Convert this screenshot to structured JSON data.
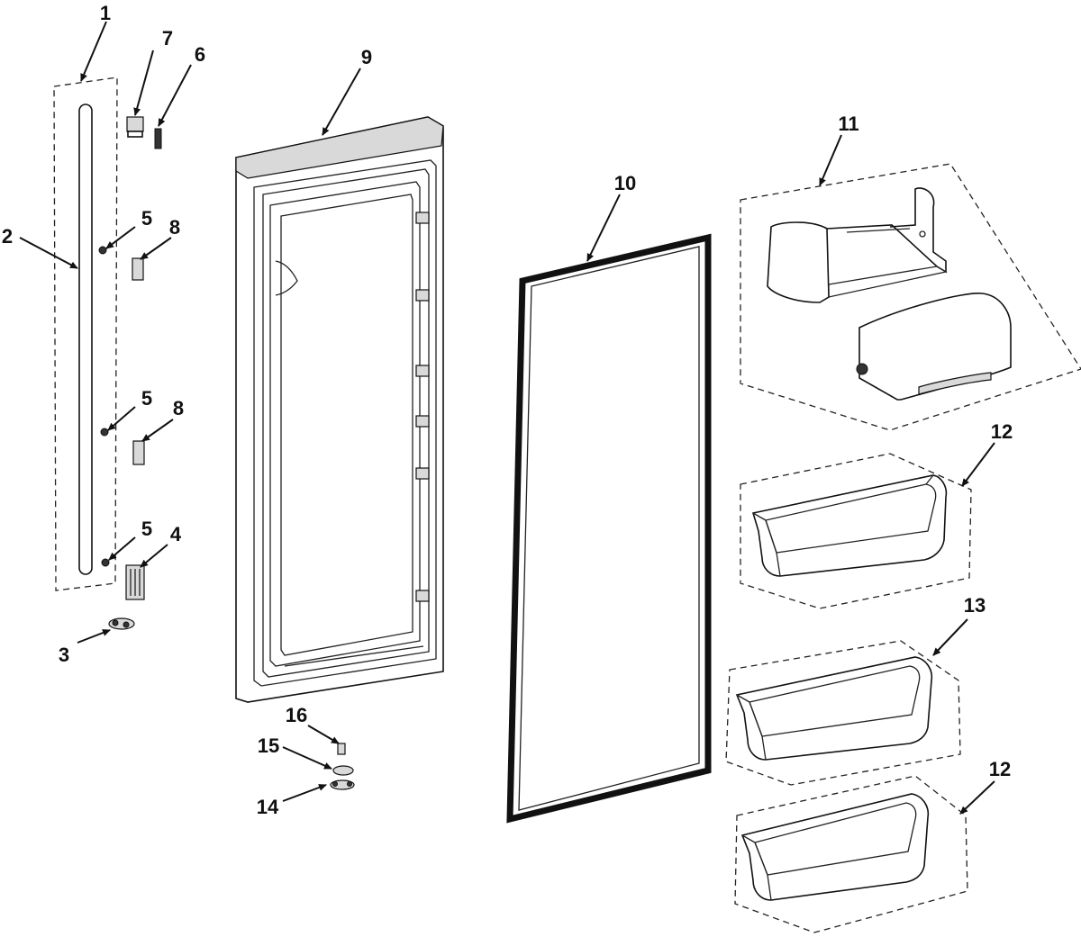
{
  "callouts": {
    "c1": "1",
    "c2": "2",
    "c3": "3",
    "c4": "4",
    "c5a": "5",
    "c5b": "5",
    "c5c": "5",
    "c6": "6",
    "c7": "7",
    "c8a": "8",
    "c8b": "8",
    "c9": "9",
    "c10": "10",
    "c11": "11",
    "c12a": "12",
    "c12b": "12",
    "c13": "13",
    "c14": "14",
    "c15": "15",
    "c16": "16"
  },
  "colors": {
    "line": "#111111",
    "background": "#ffffff"
  }
}
